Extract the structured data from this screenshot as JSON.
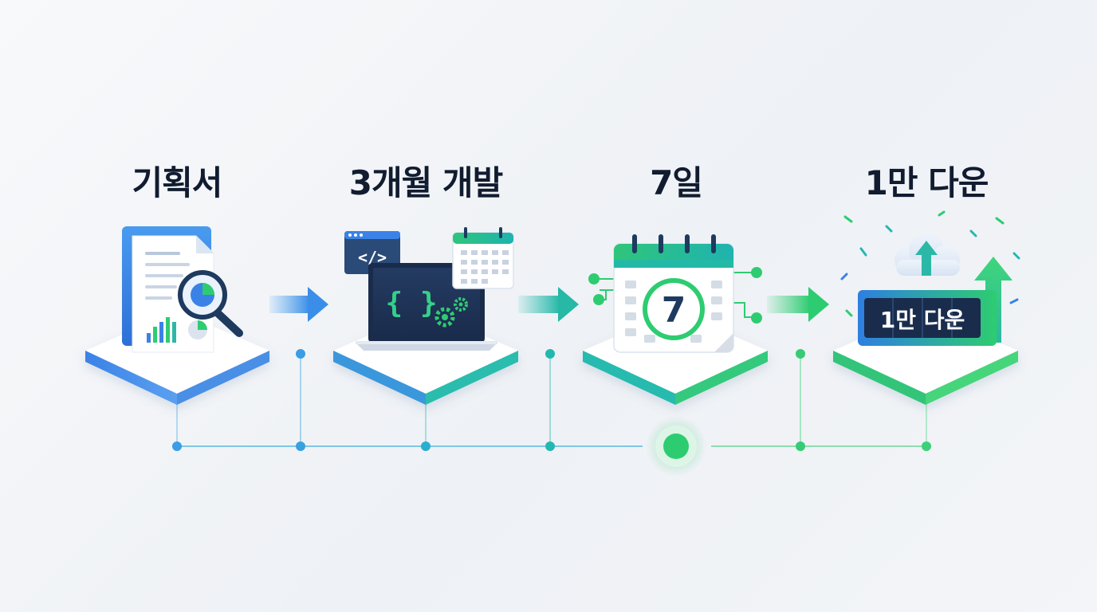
{
  "steps": [
    {
      "title": "기획서",
      "icon": "document-analysis-icon"
    },
    {
      "title": "3개월 개발",
      "icon": "laptop-code-calendar-icon"
    },
    {
      "title": "7일",
      "icon": "calendar-7-icon"
    },
    {
      "title": "1만 다운",
      "icon": "download-growth-icon"
    }
  ],
  "calendar_day": "7",
  "download_badge": "1만 다운",
  "code_tag": "</>",
  "braces": "{ }",
  "colors": {
    "blue": "#3b82e6",
    "teal": "#22b8b0",
    "green": "#2ecc71",
    "navy": "#1e3a5f",
    "title": "#111c30"
  }
}
